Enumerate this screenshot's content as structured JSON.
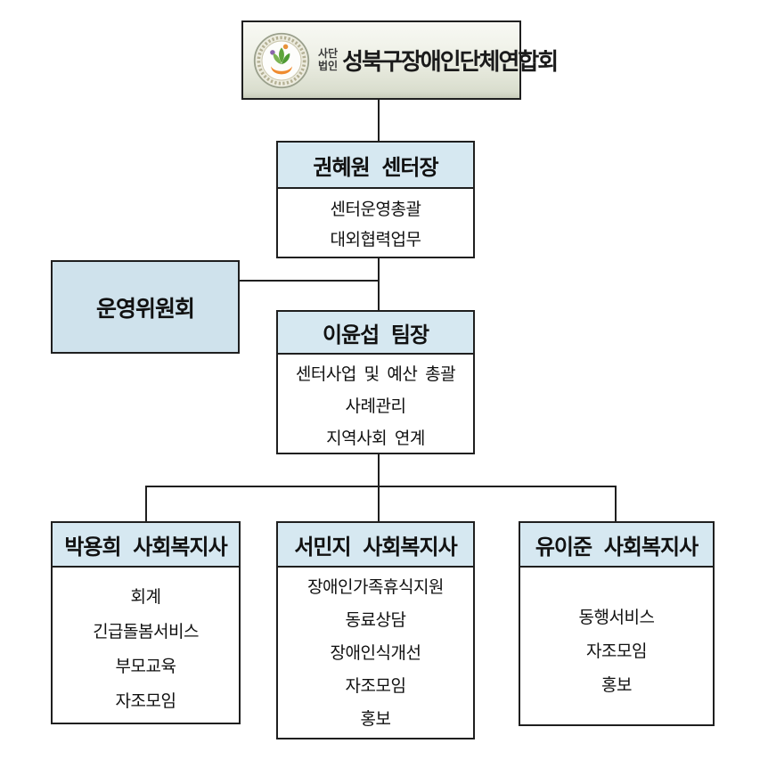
{
  "colors": {
    "box_border": "#1f1f1f",
    "header_bg": "#d6e8f1",
    "committee_bg": "#cfe2ec",
    "connector": "#1f1f1f",
    "logo_bg_top": "#f8f9f4",
    "logo_bg_bottom": "#c9cdbb",
    "seal_green": "#5da43a",
    "seal_orange": "#ef8b2f",
    "seal_purple": "#8a63ad"
  },
  "logo_box": {
    "prefix_line1": "사단",
    "prefix_line2": "법인",
    "org_name": "성북구장애인단체연합회"
  },
  "director": {
    "title": "권혜원 센터장",
    "duties": [
      "센터운영총괄",
      "대외협력업무"
    ]
  },
  "committee": {
    "title": "운영위원회"
  },
  "team_leader": {
    "title": "이윤섭 팀장",
    "duties": [
      "센터사업 및 예산 총괄",
      "사례관리",
      "지역사회 연계"
    ]
  },
  "workers": [
    {
      "title": "박용희 사회복지사",
      "duties": [
        "회계",
        "긴급돌봄서비스",
        "부모교육",
        "자조모임"
      ]
    },
    {
      "title": "서민지 사회복지사",
      "duties": [
        "장애인가족휴식지원",
        "동료상담",
        "장애인식개선",
        "자조모임",
        "홍보"
      ]
    },
    {
      "title": "유이준 사회복지사",
      "duties": [
        "동행서비스",
        "자조모임",
        "홍보"
      ]
    }
  ]
}
